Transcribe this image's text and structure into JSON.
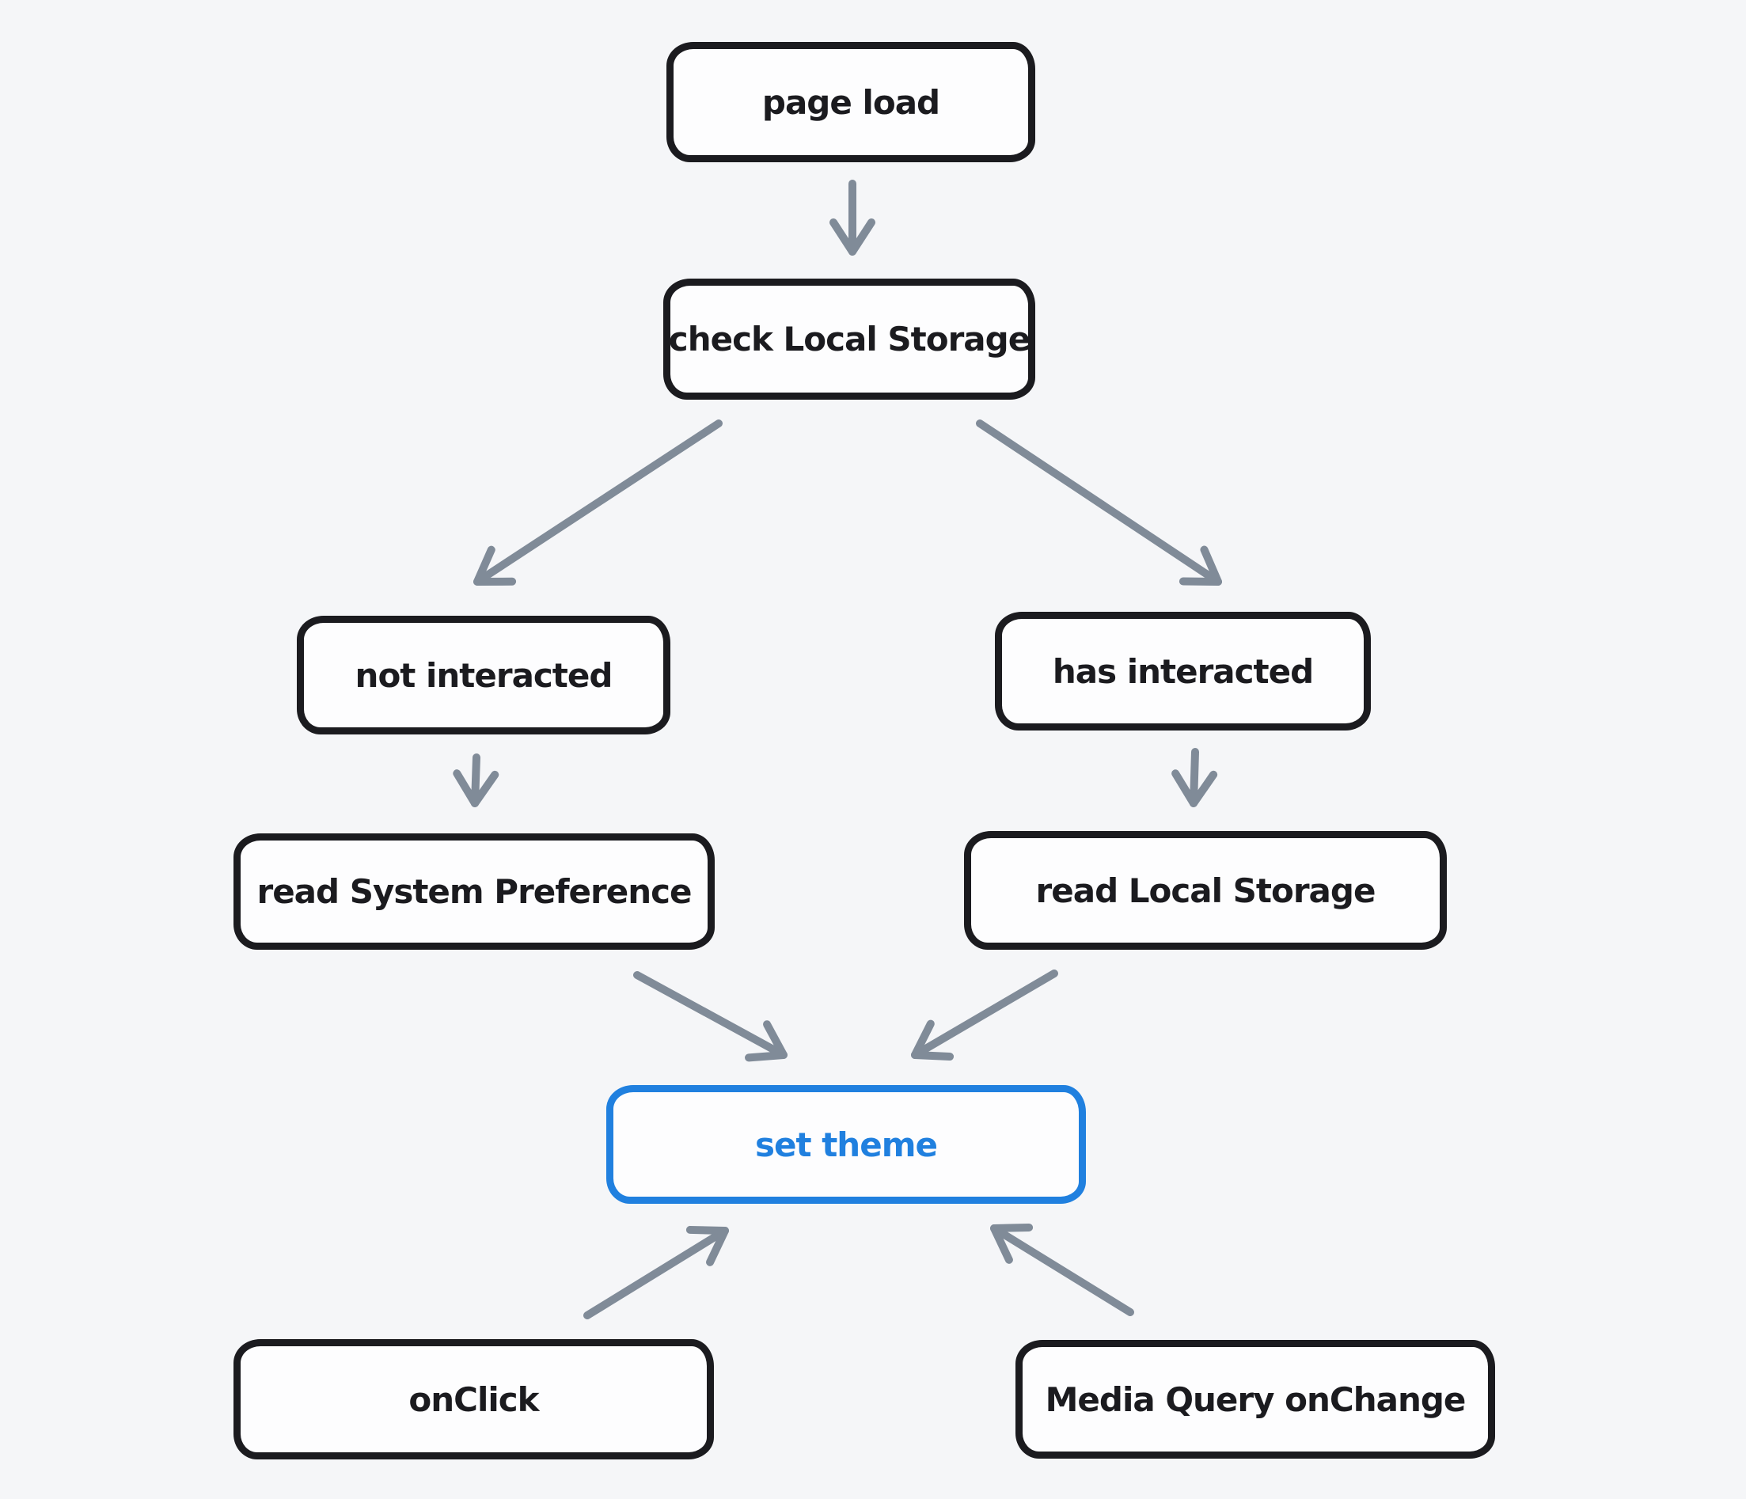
{
  "diagram_type": "flowchart",
  "colors": {
    "background": "#f5f6f8",
    "node_stroke": "#1b1b1f",
    "node_fill": "#fdfdfe",
    "arrow": "#808b98",
    "accent": "#2080df"
  },
  "nodes": [
    {
      "id": "page-load",
      "label": "page load"
    },
    {
      "id": "check-local-storage",
      "label": "check Local Storage"
    },
    {
      "id": "not-interacted",
      "label": "not interacted"
    },
    {
      "id": "has-interacted",
      "label": "has interacted"
    },
    {
      "id": "read-system-preference",
      "label": "read System Preference"
    },
    {
      "id": "read-local-storage",
      "label": "read Local Storage"
    },
    {
      "id": "set-theme",
      "label": "set theme",
      "accent": true
    },
    {
      "id": "onclick",
      "label": "onClick"
    },
    {
      "id": "media-query-onchange",
      "label": "Media Query onChange"
    }
  ],
  "edges": [
    {
      "from": "page-load",
      "to": "check-local-storage"
    },
    {
      "from": "check-local-storage",
      "to": "not-interacted"
    },
    {
      "from": "check-local-storage",
      "to": "has-interacted"
    },
    {
      "from": "not-interacted",
      "to": "read-system-preference"
    },
    {
      "from": "has-interacted",
      "to": "read-local-storage"
    },
    {
      "from": "read-system-preference",
      "to": "set-theme"
    },
    {
      "from": "read-local-storage",
      "to": "set-theme"
    },
    {
      "from": "onclick",
      "to": "set-theme"
    },
    {
      "from": "media-query-onchange",
      "to": "set-theme"
    }
  ]
}
